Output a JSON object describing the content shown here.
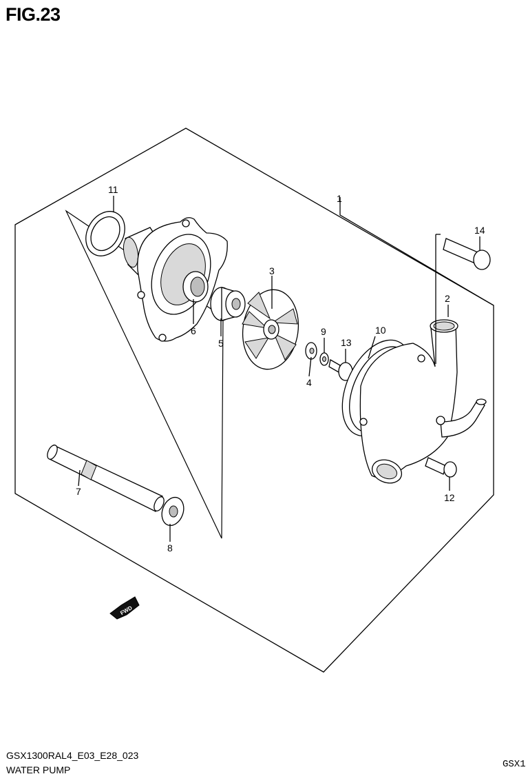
{
  "figure": {
    "title": "FIG.23"
  },
  "footer": {
    "code": "GSX1300RAL4_E03_E28_023",
    "name": "WATER PUMP",
    "model_tag": "GSX1"
  },
  "fwd_label": "FWD",
  "callouts": [
    {
      "id": "1",
      "label": "1"
    },
    {
      "id": "2",
      "label": "2"
    },
    {
      "id": "3",
      "label": "3"
    },
    {
      "id": "4",
      "label": "4"
    },
    {
      "id": "5",
      "label": "5"
    },
    {
      "id": "6",
      "label": "6"
    },
    {
      "id": "7",
      "label": "7"
    },
    {
      "id": "8",
      "label": "8"
    },
    {
      "id": "9",
      "label": "9"
    },
    {
      "id": "10",
      "label": "10"
    },
    {
      "id": "11",
      "label": "11"
    },
    {
      "id": "12",
      "label": "12"
    },
    {
      "id": "13",
      "label": "13"
    },
    {
      "id": "14",
      "label": "14"
    }
  ]
}
